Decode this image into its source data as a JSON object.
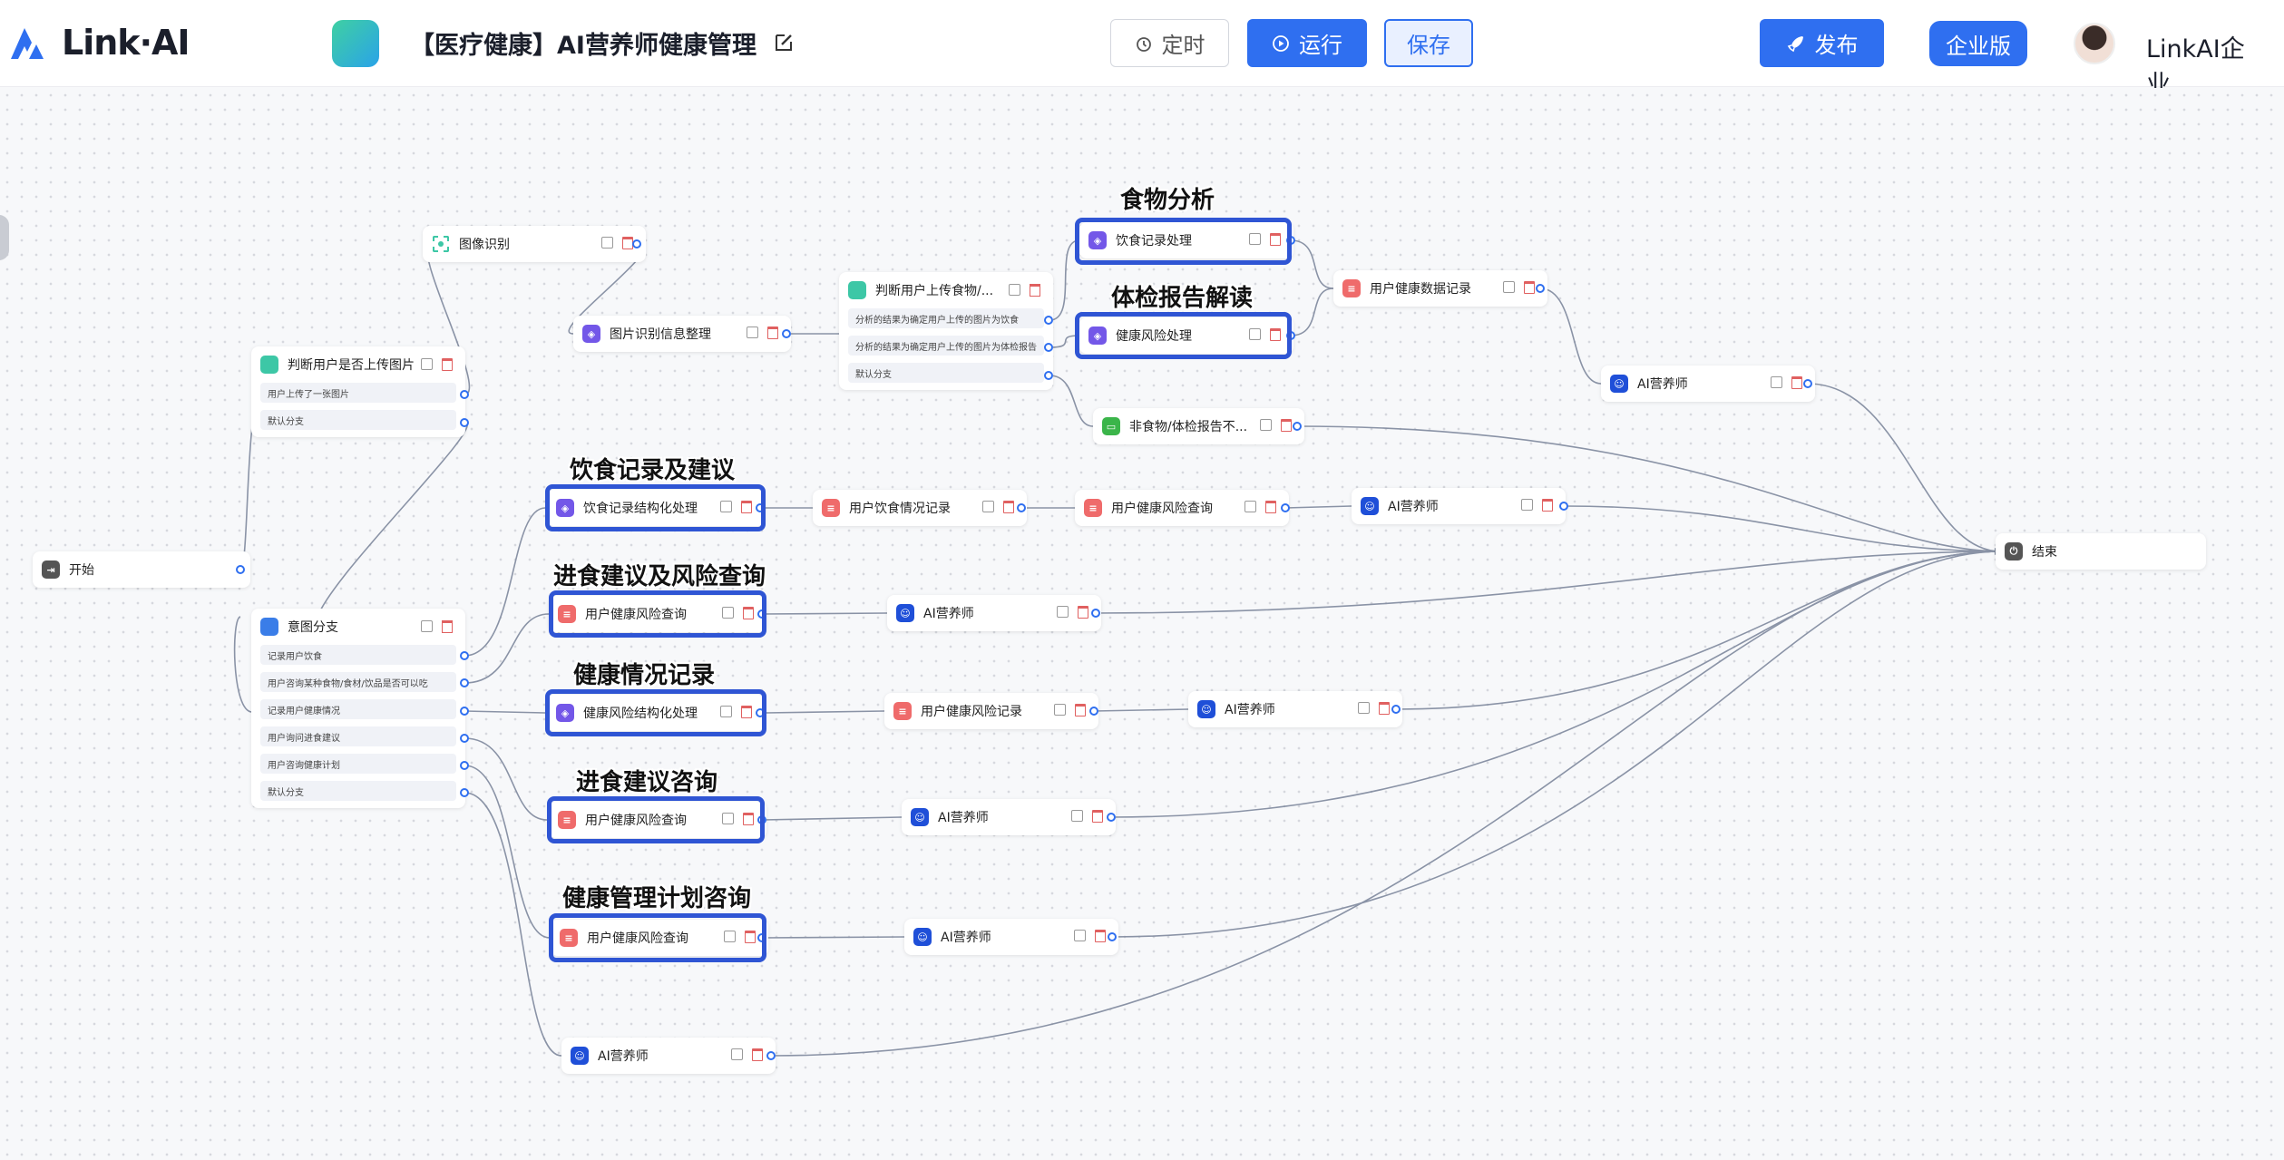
{
  "header": {
    "brand": "Link·AI",
    "app_title": "【医疗健康】AI营养师健康管理",
    "timer_label": "定时",
    "run_label": "运行",
    "save_label": "保存",
    "publish_label": "发布",
    "enterprise_label": "企业版",
    "user_name": "LinkAI企业..."
  },
  "colors": {
    "accent": "#2f6ff0",
    "highlight": "#2f55d4",
    "llm_icon": "#7357e8",
    "db_icon": "#ef6b6b",
    "agent_icon": "#1f4fd8",
    "branch_icon": "#3dc7a6"
  },
  "nodes": {
    "start": {
      "label": "开始",
      "icon": "start-icon"
    },
    "judge_image": {
      "label": "判断用户是否上传图片",
      "rows": [
        "用户上传了一张图片",
        "默认分支"
      ],
      "icon": "branch-icon"
    },
    "image_recog": {
      "label": "图像识别",
      "icon": "scan-icon"
    },
    "image_info": {
      "label": "图片识别信息整理",
      "icon": "llm-icon"
    },
    "judge_food": {
      "label": "判断用户上传食物/...",
      "rows": [
        "分析的结果为确定用户上传的图片为饮食",
        "分析的结果为确定用户上传的图片为体检报告",
        "默认分支"
      ],
      "icon": "branch-icon"
    },
    "diet_process": {
      "label": "饮食记录处理",
      "icon": "llm-icon"
    },
    "risk_process": {
      "label": "健康风险处理",
      "icon": "llm-icon"
    },
    "health_data_record": {
      "label": "用户健康数据记录",
      "icon": "db-icon"
    },
    "ai_top": {
      "label": "AI营养师",
      "icon": "robot-icon"
    },
    "non_food": {
      "label": "非食物/体检报告不...",
      "icon": "message-icon"
    },
    "intent": {
      "label": "意图分支",
      "rows": [
        "记录用户饮食",
        "用户咨询某种食物/食材/饮品是否可以吃",
        "记录用户健康情况",
        "用户询问进食建议",
        "用户咨询健康计划",
        "默认分支"
      ],
      "icon": "branch-icon"
    },
    "diet_struct": {
      "label": "饮食记录结构化处理",
      "icon": "llm-icon"
    },
    "diet_record": {
      "label": "用户饮食情况记录",
      "icon": "db-icon"
    },
    "risk_query_1": {
      "label": "用户健康风险查询",
      "icon": "db-icon"
    },
    "ai_1": {
      "label": "AI营养师",
      "icon": "robot-icon"
    },
    "risk_query_2": {
      "label": "用户健康风险查询",
      "icon": "db-icon"
    },
    "ai_2": {
      "label": "AI营养师",
      "icon": "robot-icon"
    },
    "risk_struct": {
      "label": "健康风险结构化处理",
      "icon": "llm-icon"
    },
    "risk_record": {
      "label": "用户健康风险记录",
      "icon": "db-icon"
    },
    "ai_3": {
      "label": "AI营养师",
      "icon": "robot-icon"
    },
    "risk_query_3": {
      "label": "用户健康风险查询",
      "icon": "db-icon"
    },
    "ai_4": {
      "label": "AI营养师",
      "icon": "robot-icon"
    },
    "risk_query_4": {
      "label": "用户健康风险查询",
      "icon": "db-icon"
    },
    "ai_5": {
      "label": "AI营养师",
      "icon": "robot-icon"
    },
    "ai_6": {
      "label": "AI营养师",
      "icon": "robot-icon"
    },
    "end": {
      "label": "结束",
      "icon": "power-icon"
    }
  },
  "annotations": {
    "food_analysis": "食物分析",
    "report_reading": "体检报告解读",
    "diet_record_advice": "饮食记录及建议",
    "eating_advice_risk": "进食建议及风险查询",
    "health_record": "健康情况记录",
    "eating_advice_consult": "进食建议咨询",
    "health_plan_consult": "健康管理计划咨询"
  }
}
